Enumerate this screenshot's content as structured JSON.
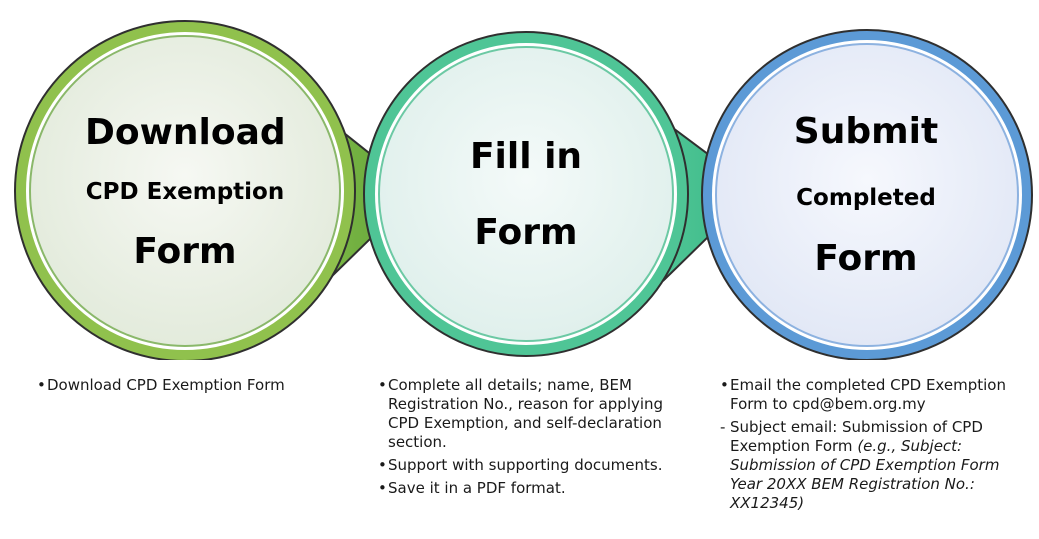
{
  "steps": [
    {
      "title_top": "Download",
      "title_middle": "CPD Exemption",
      "title_bottom": "Form",
      "notes": [
        "Download CPD Exemption Form"
      ]
    },
    {
      "title_top": "Fill in",
      "title_bottom": "Form",
      "notes": [
        "Complete all details; name, BEM Registration No., reason for applying CPD Exemption, and self-declaration section.",
        "Support with supporting documents.",
        "Save it in a PDF format."
      ]
    },
    {
      "title_top": "Submit",
      "title_middle": "Completed",
      "title_bottom": "Form",
      "notes": [
        "Email the completed CPD Exemption Form to cpd@bem.org.my"
      ],
      "subject_note": {
        "text": "Subject email: Submission of CPD Exemption Form ",
        "example": "(e.g., Subject: Submission of CPD Exemption Form Year 20XX BEM Registration No.: XX12345)"
      }
    }
  ],
  "bullet": "•",
  "dash": "-",
  "colors": {
    "step1_ring": "#8dc23f",
    "step1_arrow": "#6fae3a",
    "step1_fill": "#eef3ea",
    "step2_ring": "#4cc495",
    "step2_arrow": "#43c48c",
    "step2_fill": "#eaf5f3",
    "step3_ring": "#5b9bd5",
    "step3_fill": "#eef1f9"
  }
}
